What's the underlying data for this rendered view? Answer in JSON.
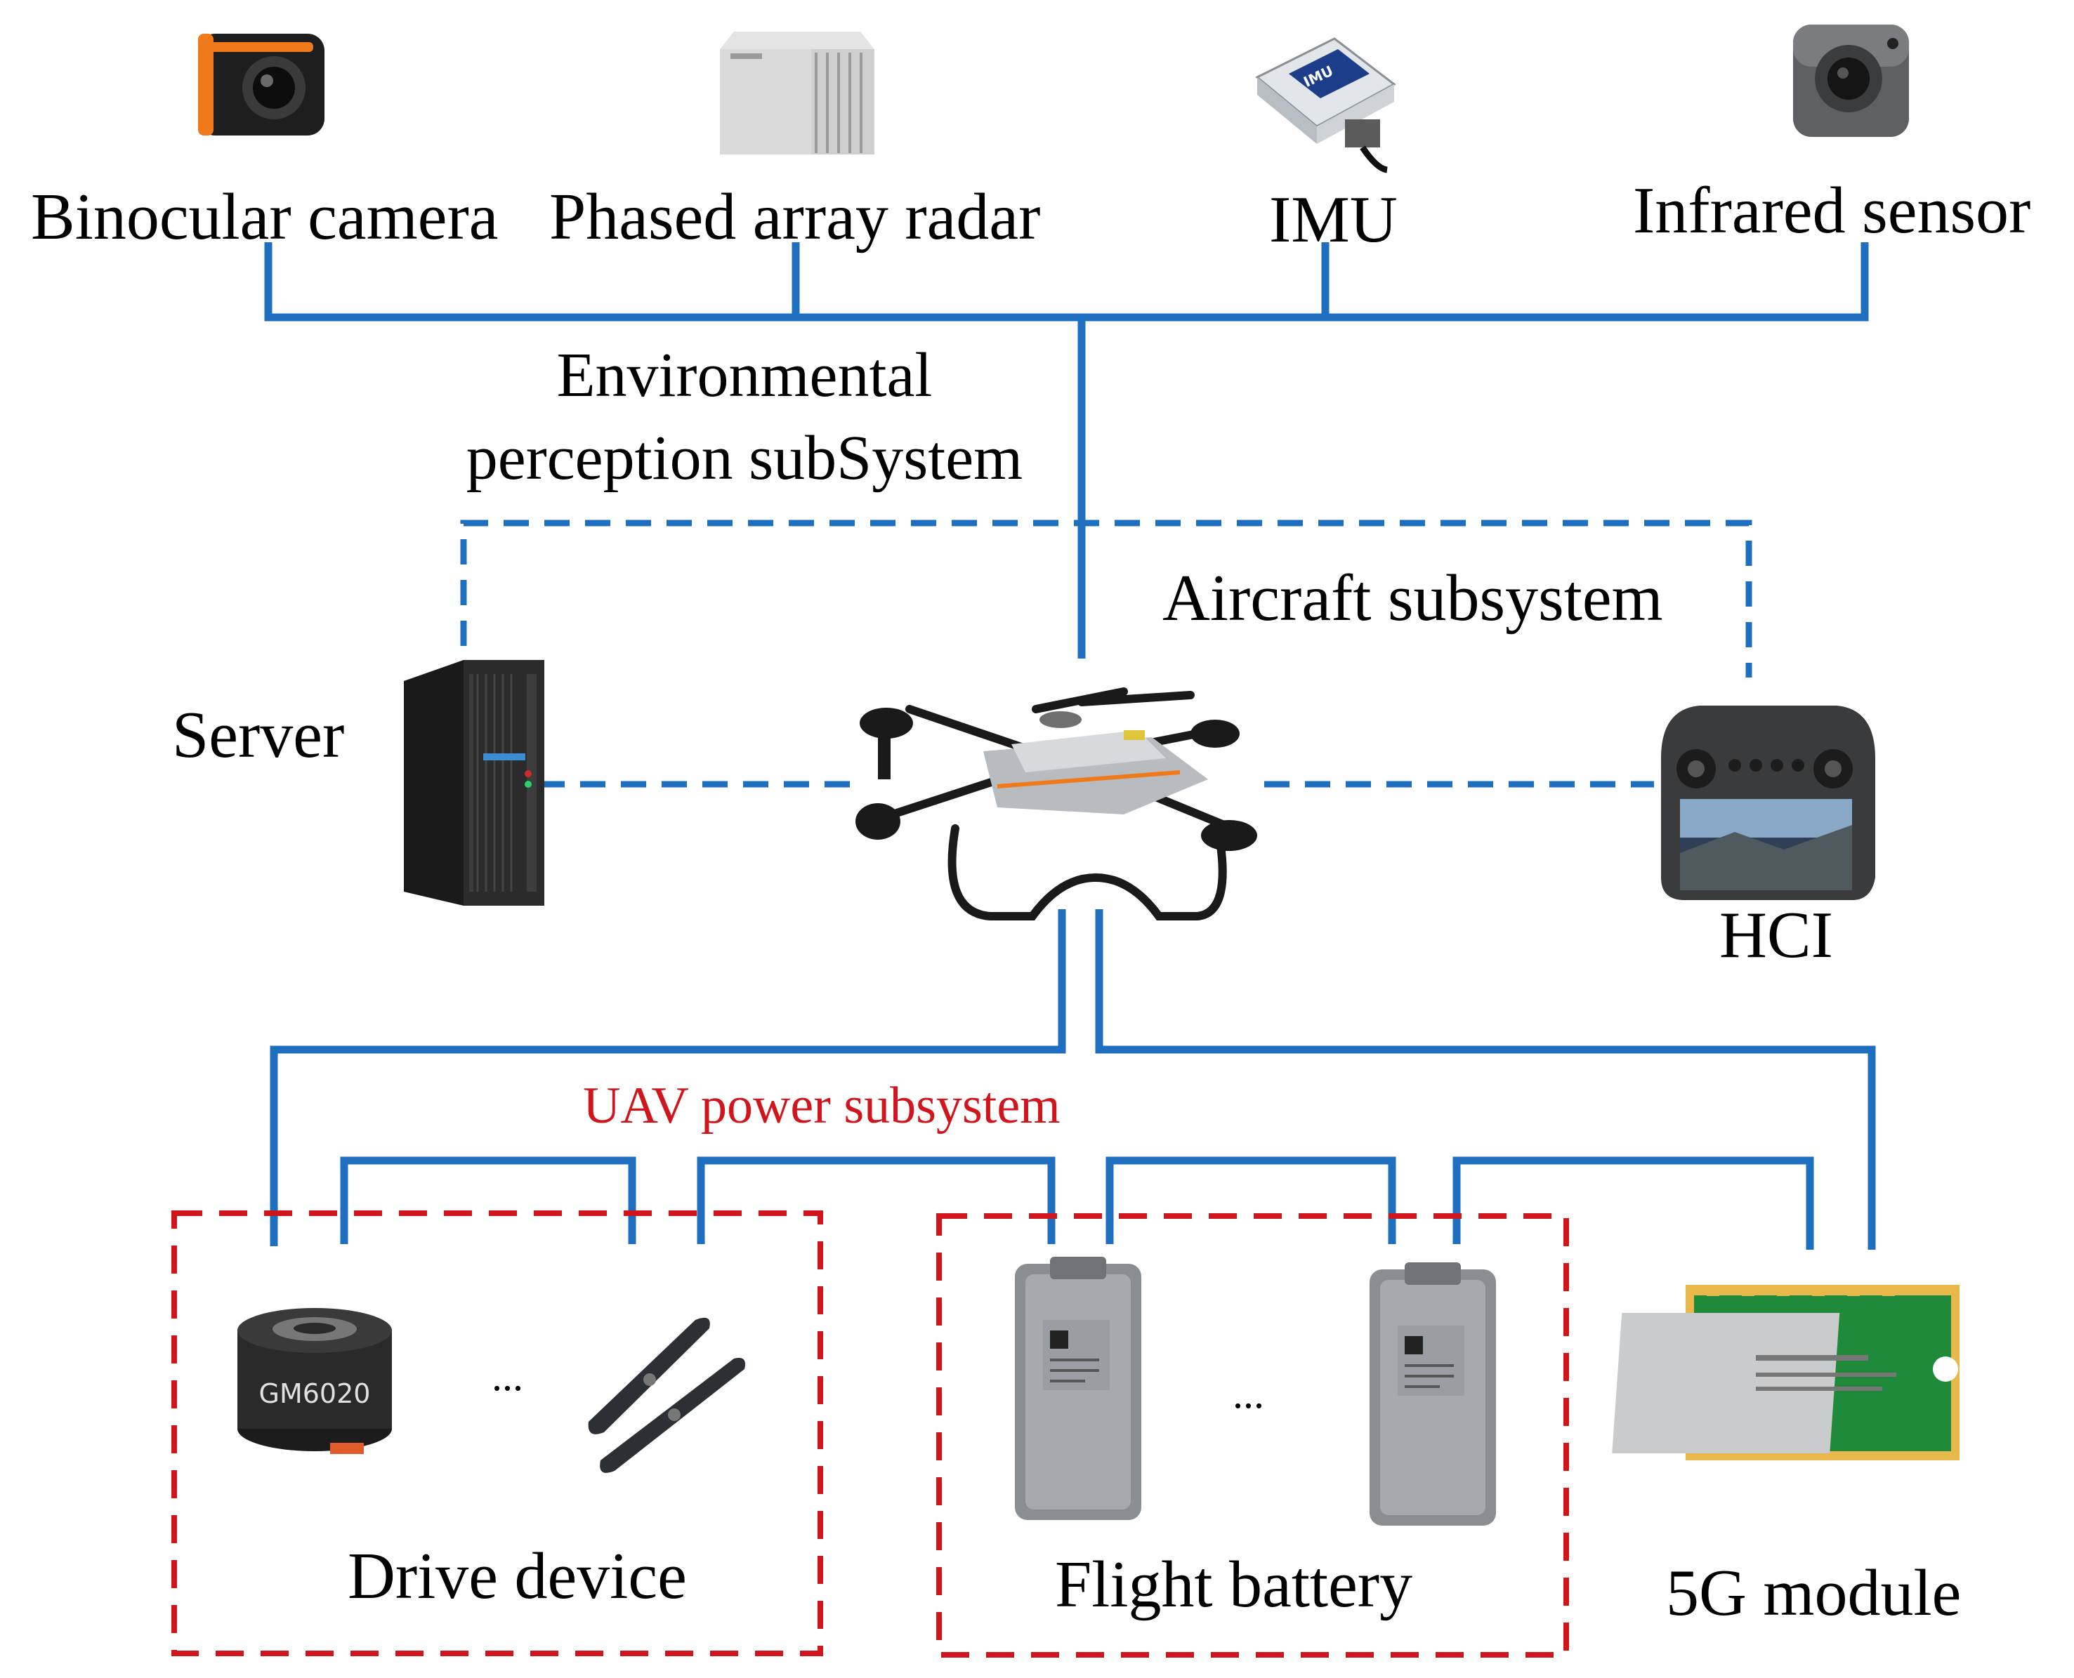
{
  "sensors": [
    {
      "label": "Binocular camera",
      "icon": "binocular-camera-icon"
    },
    {
      "label": "Phased array radar",
      "icon": "phased-array-radar-icon"
    },
    {
      "label": "IMU",
      "icon": "imu-icon"
    },
    {
      "label": "Infrared sensor",
      "icon": "infrared-sensor-icon"
    }
  ],
  "imu_device_text": "IMU",
  "motor_device_text": "GM6020",
  "subsystems": {
    "environmental_line1": "Environmental",
    "environmental_line2": "perception subSystem",
    "aircraft": "Aircraft subsystem",
    "power": "UAV power subsystem"
  },
  "nodes": {
    "server": "Server",
    "hci": "HCI",
    "drive": "Drive device",
    "battery": "Flight battery",
    "module_5g": "5G module"
  },
  "ellipsis_drive": "...",
  "ellipsis_battery": "...",
  "colors": {
    "link_blue": "#1f6fc0",
    "power_red": "#d0151c",
    "device_dark": "#2a2a2a",
    "battery_gray": "#8a8d91",
    "pcb_green": "#1f8a3a",
    "accent_orange": "#f07a1a"
  }
}
